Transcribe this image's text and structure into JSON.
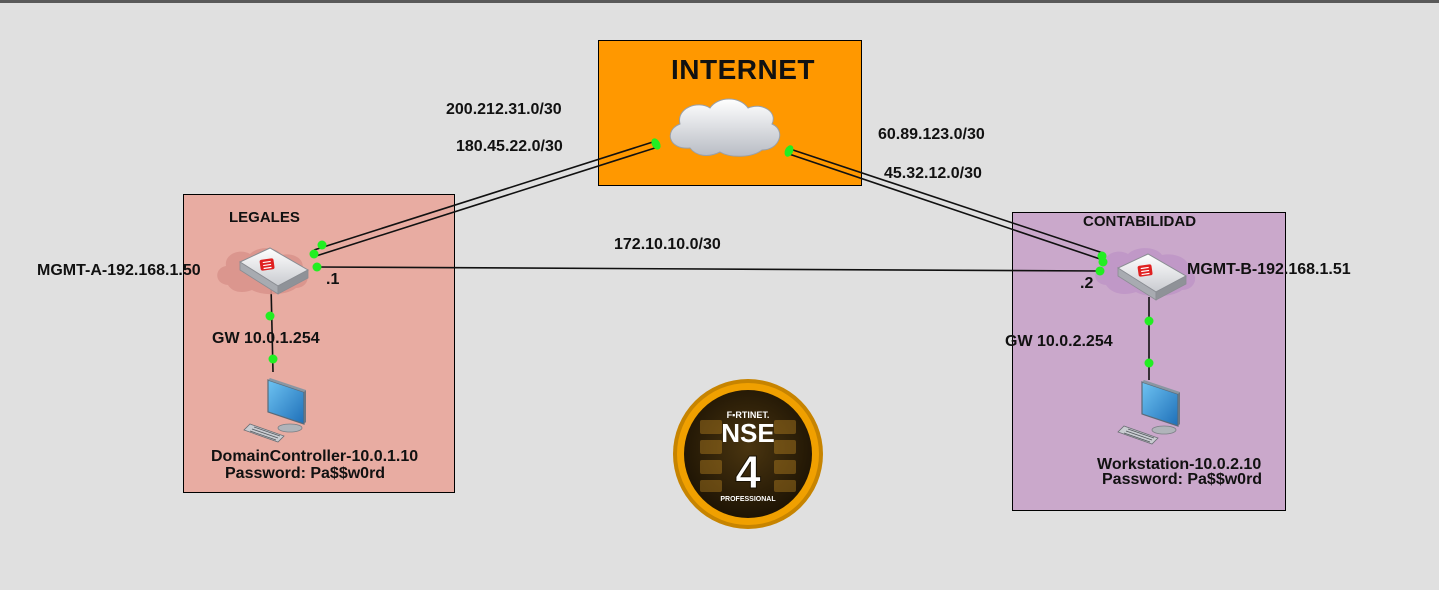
{
  "zones": {
    "internet": {
      "title": "INTERNET",
      "color": "#ff9800"
    },
    "legales": {
      "title": "LEGALES",
      "color": "#e8aca2"
    },
    "contabilidad": {
      "title": "CONTABILIDAD",
      "color": "#caa8cb"
    }
  },
  "links": {
    "legales_internet_1": "200.212.31.0/30",
    "legales_internet_2": "180.45.22.0/30",
    "contabilidad_internet_1": "60.89.123.0/30",
    "contabilidad_internet_2": "45.32.12.0/30",
    "site_to_site": "172.10.10.0/30"
  },
  "nodes": {
    "fw_a": {
      "mgmt": "MGMT-A-192.168.1.50",
      "addr": ".1",
      "gw": "GW 10.0.1.254"
    },
    "fw_b": {
      "mgmt": "MGMT-B-192.168.1.51",
      "addr": ".2",
      "gw": "GW 10.0.2.254"
    },
    "host_a": {
      "name": "DomainController-10.0.1.10",
      "password": "Password: Pa$$w0rd"
    },
    "host_b": {
      "name": "Workstation-10.0.2.10",
      "password": "Password: Pa$$w0rd"
    }
  },
  "badge": {
    "brand": "F▪RTINET.",
    "title": "NSE",
    "level": "4",
    "tier": "PROFESSIONAL"
  },
  "colors": {
    "port": "#22ee22",
    "line": "#111111",
    "badge_ring": "#f0a000",
    "badge_inner": "#2a1d05"
  }
}
